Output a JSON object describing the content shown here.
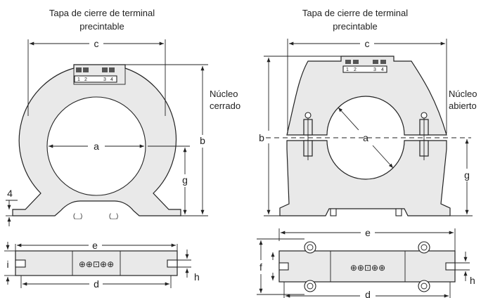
{
  "left": {
    "caption_line1": "Tapa de cierre de terminal",
    "caption_line2": "precintable",
    "side_label_line1": "Núcleo",
    "side_label_line2": "cerrado",
    "dims": {
      "a": "a",
      "b": "b",
      "c": "c",
      "g": "g",
      "e": "e",
      "d": "d",
      "i": "i",
      "h": "h",
      "four": "4"
    },
    "terminals": [
      "1",
      "2",
      "3",
      "4"
    ],
    "bottom_symbols": "⊕⊕⊡⊕⊕"
  },
  "right": {
    "caption_line1": "Tapa de cierre de terminal",
    "caption_line2": "precintable",
    "side_label_line1": "Núcleo",
    "side_label_line2": "abierto",
    "dims": {
      "a": "a",
      "b": "b",
      "c": "c",
      "g": "g",
      "e": "e",
      "d": "d",
      "f": "f",
      "h": "h"
    },
    "terminals": [
      "1",
      "2",
      "3",
      "4"
    ],
    "bottom_symbols": "⊕⊕⊡⊕⊕"
  },
  "colors": {
    "outline": "#222222",
    "fill": "#e9e9e9"
  }
}
